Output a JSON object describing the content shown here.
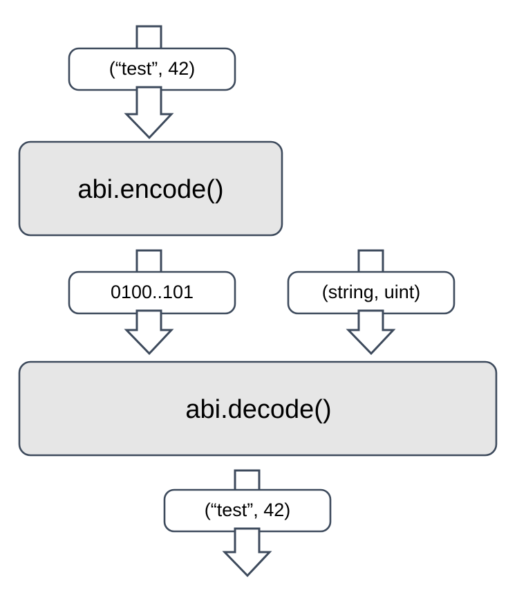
{
  "diagram": {
    "title": "ABI encode and decode data flow",
    "background_color": "#ffffff",
    "stroke_color": "#3d4a5c",
    "process_fill": "#e6e6e6",
    "pill_fill": "#ffffff",
    "nodes": {
      "input_tuple_top": {
        "label": "(“test”, 42)",
        "kind": "data-pill"
      },
      "encode_process": {
        "label": "abi.encode()",
        "kind": "process"
      },
      "encoded_bytes": {
        "label": "0100..101",
        "kind": "data-pill"
      },
      "type_signature": {
        "label": "(string, uint)",
        "kind": "data-pill"
      },
      "decode_process": {
        "label": "abi.decode()",
        "kind": "process"
      },
      "output_tuple_bottom": {
        "label": "(“test”, 42)",
        "kind": "data-pill"
      }
    },
    "connectors": [
      {
        "name": "inlet-stub-top",
        "kind": "arrow-tail-stub"
      },
      {
        "name": "arrow-tuple-to-encode",
        "kind": "down-arrow"
      },
      {
        "name": "stub-encode-to-bytes",
        "kind": "arrow-tail-stub"
      },
      {
        "name": "stub-to-type-signature",
        "kind": "arrow-tail-stub"
      },
      {
        "name": "arrow-bytes-to-decode",
        "kind": "down-arrow"
      },
      {
        "name": "arrow-types-to-decode",
        "kind": "down-arrow"
      },
      {
        "name": "stub-decode-to-output",
        "kind": "arrow-tail-stub"
      },
      {
        "name": "arrow-output-exit",
        "kind": "down-arrow"
      }
    ]
  }
}
